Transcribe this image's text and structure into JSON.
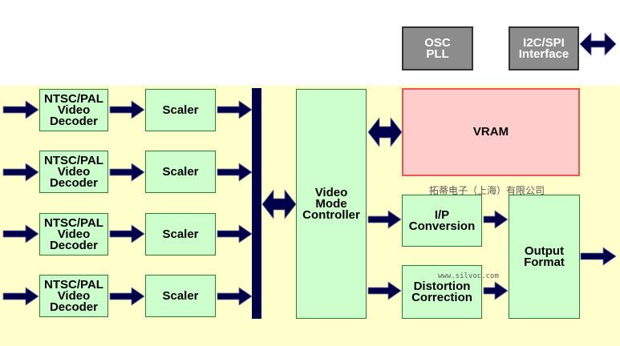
{
  "blocks": {
    "decoders": [
      {
        "label": "NTSC/PAL\nVideo\nDecoder"
      },
      {
        "label": "NTSC/PAL\nVideo\nDecoder"
      },
      {
        "label": "NTSC/PAL\nVideo\nDecoder"
      },
      {
        "label": "NTSC/PAL\nVideo\nDecoder"
      }
    ],
    "scalers": [
      {
        "label": "Scaler"
      },
      {
        "label": "Scaler"
      },
      {
        "label": "Scaler"
      },
      {
        "label": "Scaler"
      }
    ],
    "osc_pll": "OSC\nPLL",
    "i2c_spi": "I2C/SPI\nInterface",
    "vram": "VRAM",
    "video_mode_controller": "Video\nMode\nController",
    "ip_conversion": "I/P\nConversion",
    "distortion_correction": "Distortion\nCorrection",
    "output_format": "Output\nFormat"
  },
  "watermark": {
    "company": "拓蒂电子（上海）有限公司",
    "url": "www.silvoc.com"
  },
  "colors": {
    "panel": "#ffffcc",
    "block_fill": "#ccffcc",
    "block_border": "#2e7d32",
    "osc_fill": "#8c8c8c",
    "vram_fill": "#ffcccc",
    "vram_border": "#ee5555",
    "arrow": "#00004a"
  }
}
